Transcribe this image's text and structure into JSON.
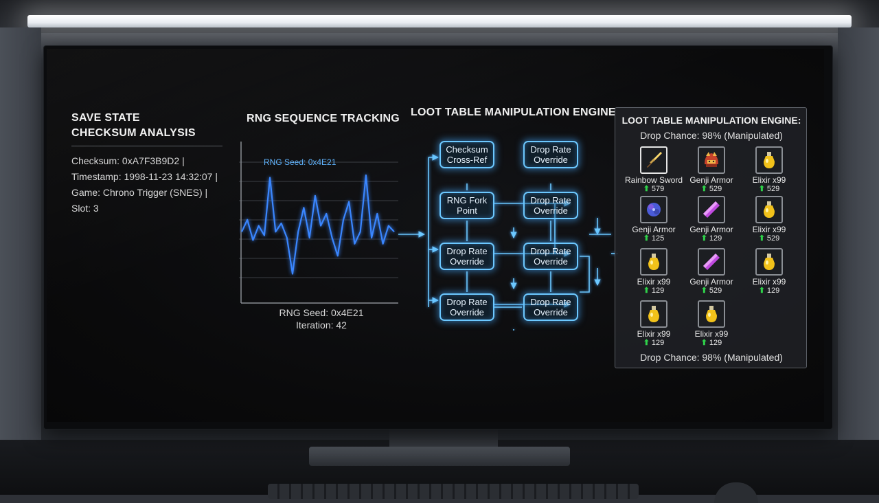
{
  "save_state": {
    "title_line1": "SAVE STATE",
    "title_line2": "CHECKSUM ANALYSIS",
    "lines": [
      "Checksum: 0xA7F3B9D2 |",
      "Timestamp: 1998-11-23 14:32:07 |",
      "Game: Chrono Trigger (SNES) |",
      "Slot: 3"
    ]
  },
  "rng": {
    "title": "RNG SEQUENCE TRACKING",
    "seed_label": "RNG Seed: 0x4E21",
    "caption_seed": "RNG Seed: 0x4E21",
    "caption_iteration": "Iteration: 42",
    "wave": [
      0.55,
      0.45,
      0.62,
      0.5,
      0.58,
      0.1,
      0.55,
      0.48,
      0.6,
      0.9,
      0.55,
      0.35,
      0.6,
      0.25,
      0.5,
      0.4,
      0.6,
      0.75,
      0.45,
      0.3,
      0.65,
      0.55,
      0.08,
      0.6,
      0.4,
      0.65,
      0.5,
      0.55
    ]
  },
  "flow": {
    "title": "LOOT TABLE MANIPULATION ENGINE",
    "nodes": {
      "n1": "Checksum Cross-Ref",
      "n2": "Drop Rate Override",
      "n3": "RNG Fork Point",
      "n4": "Drop Rate Override",
      "n5": "Drop Rate Override",
      "n6": "Drop Rate Override",
      "n7": "Drop Rate Override",
      "n8": "Drop Rate Override"
    },
    "accent": "#6cc8ff"
  },
  "loot": {
    "title": "LOOT TABLE MANIPULATION ENGINE:",
    "drop_chance_top": "Drop Chance: 98% (Manipulated)",
    "drop_chance_bottom": "Drop Chance: 98% (Manipulated)",
    "items": [
      {
        "name": "Rainbow Sword",
        "stat": "579",
        "icon": "sword-icon"
      },
      {
        "name": "Genji Armor",
        "stat": "529",
        "icon": "helmet-icon"
      },
      {
        "name": "Elixir x99",
        "stat": "529",
        "icon": "elixir-icon"
      },
      {
        "name": "Genji Armor",
        "stat": "125",
        "icon": "armor-icon"
      },
      {
        "name": "Genji Armor",
        "stat": "129",
        "icon": "crystal-icon"
      },
      {
        "name": "Elixir x99",
        "stat": "529",
        "icon": "elixir-icon"
      },
      {
        "name": "Elixir x99",
        "stat": "129",
        "icon": "elixir-icon"
      },
      {
        "name": "Genji Armor",
        "stat": "529",
        "icon": "crystal-icon"
      },
      {
        "name": "Elixir x99",
        "stat": "129",
        "icon": "elixir-icon"
      },
      {
        "name": "Elixir x99",
        "stat": "129",
        "icon": "elixir-icon"
      },
      {
        "name": "Elixir x99",
        "stat": "129",
        "icon": "elixir-icon"
      }
    ],
    "stat_color": "#2fd24a"
  }
}
